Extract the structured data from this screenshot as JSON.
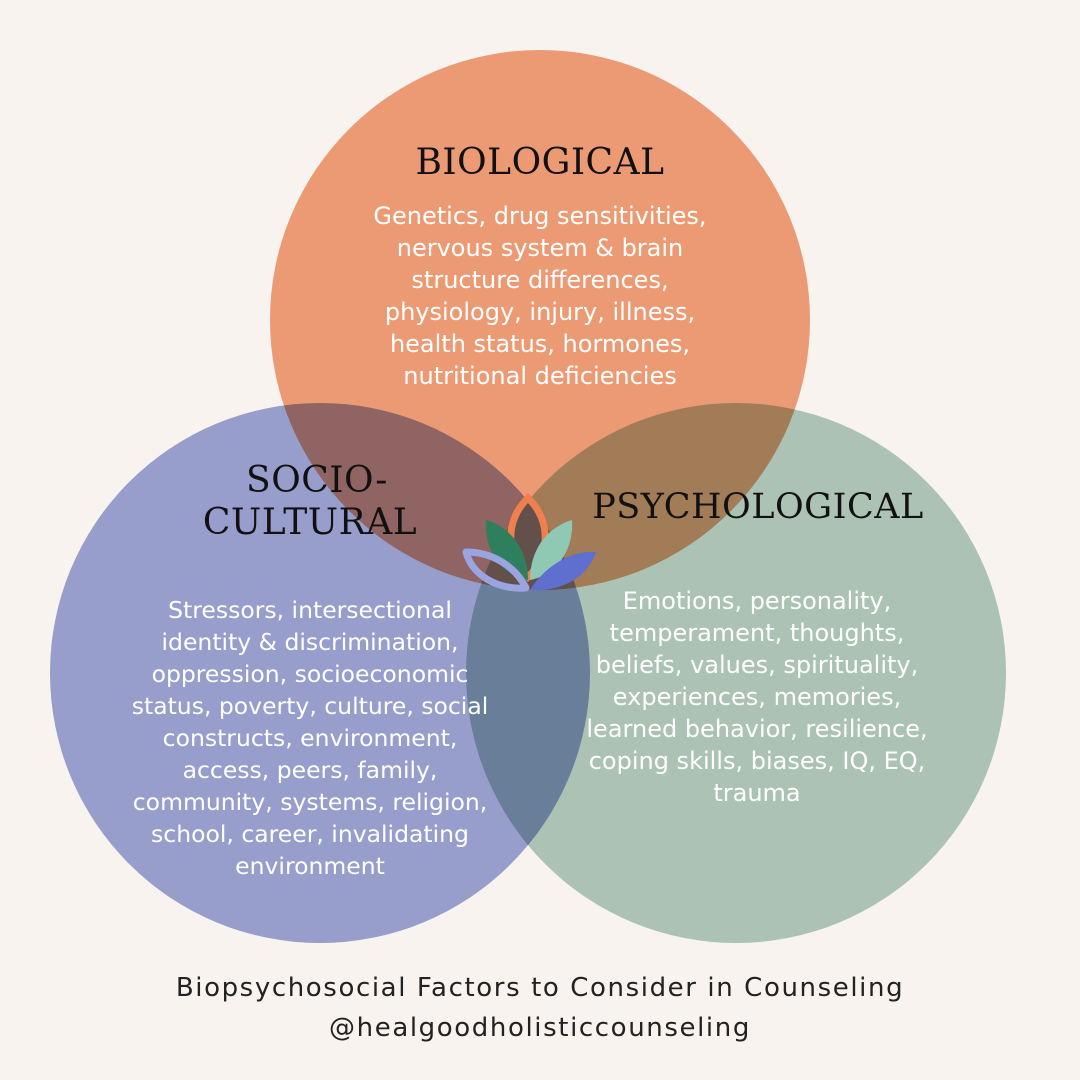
{
  "diagram": {
    "type": "venn",
    "colors": {
      "background": "#f8f3ef",
      "biological": "#f2a27c",
      "socio_cultural": "#9ba6d9",
      "psychological": "#b0ccc0",
      "logo_orange": "#ef7f4c",
      "logo_green": "#2e7f5e",
      "logo_mint": "#8fc9b4",
      "logo_blue": "#5f6fcf",
      "logo_lavender": "#9aa4e0"
    },
    "biological": {
      "title": "BIOLOGICAL",
      "lines": [
        "Genetics, drug sensitivities,",
        "nervous system & brain",
        "structure differences,",
        "physiology, injury, illness,",
        "health status, hormones,",
        "nutritional deficiencies"
      ]
    },
    "socio_cultural": {
      "title_lines": [
        "SOCIO-",
        "CULTURAL"
      ],
      "lines": [
        "Stressors, intersectional",
        "identity & discrimination,",
        "oppression, socioeconomic",
        "status, poverty, culture, social",
        "constructs, environment,",
        "access, peers, family,",
        "community, systems, religion,",
        "school, career, invalidating",
        "environment"
      ]
    },
    "psychological": {
      "title": "PSYCHOLOGICAL",
      "lines": [
        "Emotions, personality,",
        "temperament, thoughts,",
        "beliefs, values, spirituality,",
        "experiences, memories,",
        "learned behavior, resilience,",
        "coping skills, biases, IQ, EQ,",
        "trauma"
      ]
    },
    "center_logo": "lotus-icon"
  },
  "footer": {
    "caption": "Biopsychosocial Factors to Consider in Counseling",
    "handle": "@healgoodholisticcounseling"
  }
}
